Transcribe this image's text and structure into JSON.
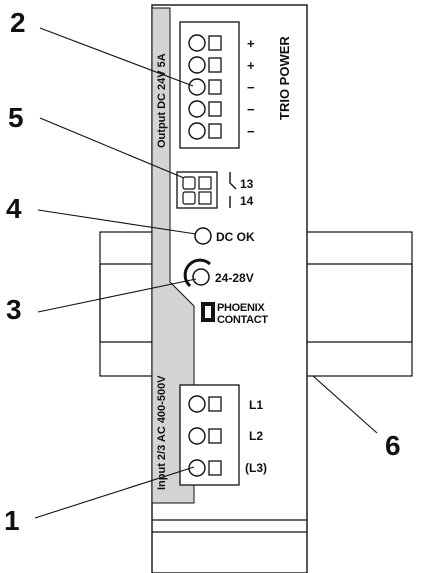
{
  "device": {
    "title": "TRIO POWER",
    "brand_line1": "PHOENIX",
    "brand_line2": "CONTACT",
    "output_label": "Output DC 24V 5A",
    "input_label": "Input 2/3 AC 400-500V",
    "output_terminal_signs": [
      "+",
      "+",
      "−",
      "−",
      "−"
    ],
    "relay_contacts": [
      "13",
      "14"
    ],
    "dc_ok_label": "DC OK",
    "voltage_adjust_label": "24-28V",
    "input_terminal_labels": [
      "L1",
      "L2",
      "(L3)"
    ]
  },
  "callouts": [
    "1",
    "2",
    "3",
    "4",
    "5",
    "6"
  ],
  "colors": {
    "stripe": "#d4d4d4",
    "stroke": "#111111",
    "background": "#ffffff"
  }
}
